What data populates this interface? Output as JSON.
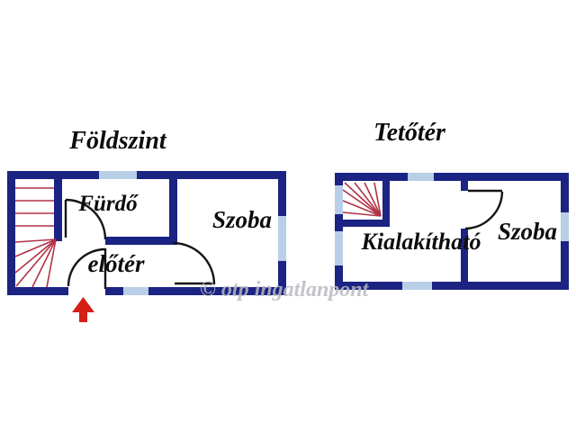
{
  "document_type": "floor-plan",
  "colors": {
    "background": "#ffffff",
    "wall": "#1b2383",
    "window": "#b9cfe8",
    "stair_lines": "#b03245",
    "entrance_arrow": "#d42015",
    "door_lines": "#141414",
    "label_text": "#0d0d0d",
    "watermark_text": "#b9b9c2"
  },
  "plans": [
    {
      "title": "Földszint",
      "labels": {
        "bathroom": "Fürdő",
        "room": "Szoba",
        "hall": "előtér"
      },
      "features": [
        "staircase",
        "entrance-arrow",
        "three-door-arcs",
        "windows"
      ]
    },
    {
      "title": "Tetőtér",
      "labels": {
        "convertible": "Kialakítható",
        "room": "Szoba"
      },
      "features": [
        "staircase",
        "door-arc",
        "windows"
      ]
    }
  ],
  "watermark": {
    "text": "© otp ingatlanpont"
  }
}
